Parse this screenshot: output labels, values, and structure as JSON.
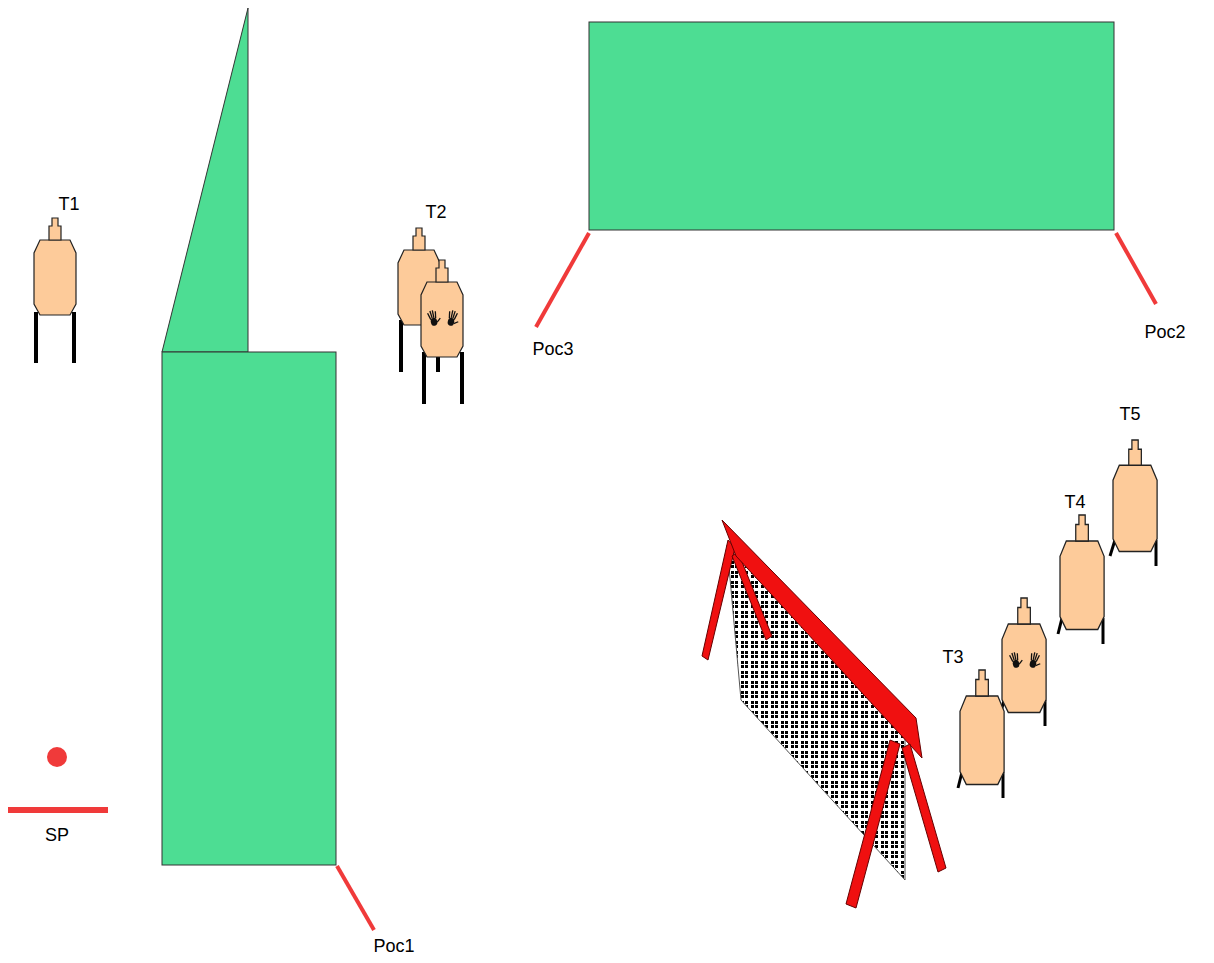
{
  "diagram": {
    "labels": [
      "T1",
      "T2",
      "Poc3",
      "Poc2",
      "T5",
      "T4",
      "T3",
      "SP",
      "Poc1"
    ]
  }
}
